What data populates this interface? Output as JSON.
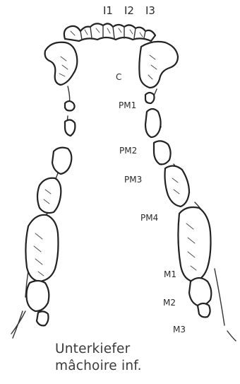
{
  "incisor_labels": [
    "I1",
    "I2",
    "I3"
  ],
  "right_side_labels": {
    "canine": "C",
    "pm1": "PM1",
    "pm2": "PM2",
    "pm3": "PM3",
    "pm4": "PM4",
    "m1": "M1",
    "m2": "M2",
    "m3": "M3"
  },
  "caption": {
    "line1": "Unterkiefer",
    "line2": "mâchoire inf."
  }
}
